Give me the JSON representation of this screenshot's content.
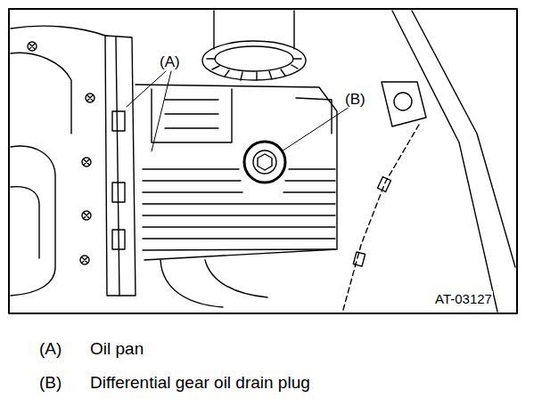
{
  "diagram": {
    "labels": [
      "(A)",
      "(B)",
      "AT-03127",
      "(A)",
      "Oil pan",
      "(B)",
      "Differential gear oil drain plug"
    ]
  }
}
